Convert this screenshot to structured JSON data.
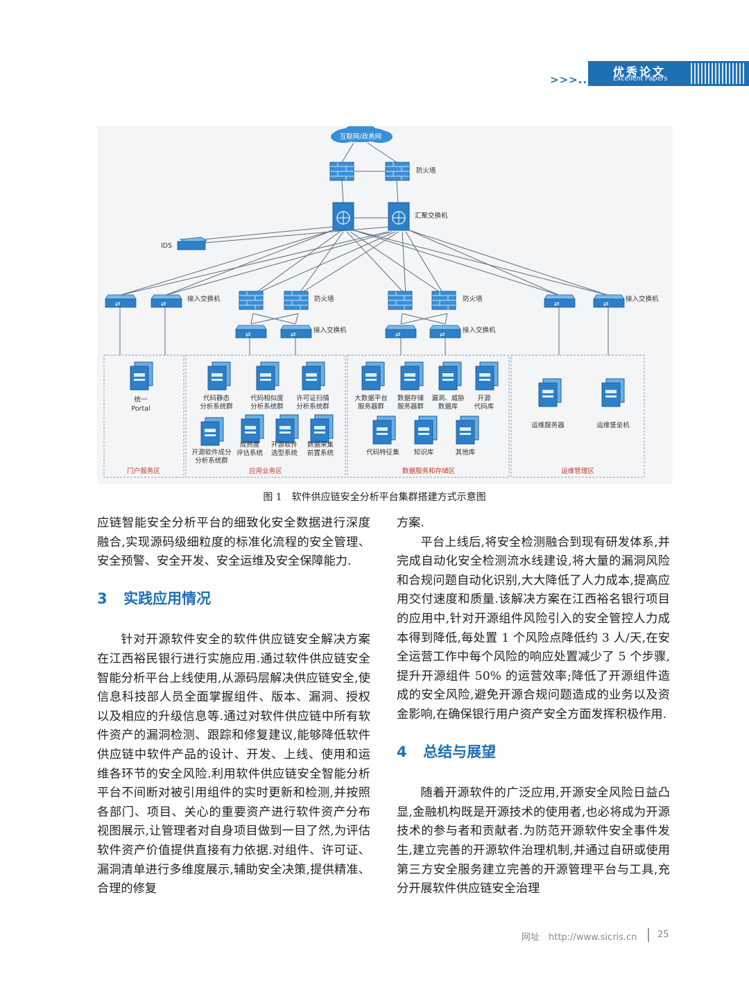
{
  "header": {
    "arrows": ">>>...",
    "banner_cn": "优秀论文",
    "banner_en": "Excellent Papers"
  },
  "figure": {
    "cloud": "互联网/政务网",
    "firewall": "防火墙",
    "core_switch": "汇聚交换机",
    "ids": "IDS",
    "access_switch": "接入交换机",
    "firewall_mid_1": "防火墙",
    "firewall_mid_2": "防火墙",
    "access_switch_left": "接入交换机",
    "access_switch_mid_1": "接入交换机",
    "access_switch_mid_2": "接入交换机",
    "access_switch_right": "接入交换机",
    "zones": {
      "portal": "门户服务区",
      "app": "应用业务区",
      "data": "数据服务和存储区",
      "ops": "运维管理区"
    },
    "servers": {
      "portal_l1": "统一",
      "portal_l2": "Portal",
      "a1_l1": "代码静态",
      "a1_l2": "分析系统群",
      "a2_l1": "代码相似度",
      "a2_l2": "分析系统群",
      "a3_l1": "许可证扫描",
      "a3_l2": "分析系统群",
      "a4_l1": "开源软件成分",
      "a4_l2": "分析系统群",
      "a5_l1": "成熟度",
      "a5_l2": "评估系统",
      "a6_l1": "开源软件",
      "a6_l2": "选型系统",
      "a7_l1": "数据采集",
      "a7_l2": "前置系统",
      "d1_l1": "大数据平台",
      "d1_l2": "服务器群",
      "d2_l1": "数据存储",
      "d2_l2": "服务器群",
      "d3_l1": "漏洞、威胁",
      "d3_l2": "数据库",
      "d4_l1": "开源",
      "d4_l2": "代码库",
      "d5": "代码特征集",
      "d6": "知识库",
      "d7": "其他库",
      "o1": "运维服务器",
      "o2": "运维堡垒机"
    },
    "caption": "图 1　软件供应链安全分析平台集群搭建方式示意图"
  },
  "left_column": {
    "para1": "应链智能安全分析平台的细致化安全数据进行深度融合,实现源码级细粒度的标准化流程的安全管理、安全预警、安全开发、安全运维及安全保障能力.",
    "section3_num": "3",
    "section3_title": "实践应用情况",
    "para2": "针对开源软件安全的软件供应链安全解决方案在江西裕民银行进行实施应用.通过软件供应链安全智能分析平台上线使用,从源码层解决供应链安全,使信息科技部人员全面掌握组件、版本、漏洞、授权以及相应的升级信息等.通过对软件供应链中所有软件资产的漏洞检测、跟踪和修复建议,能够降低软件供应链中软件产品的设计、开发、上线、使用和运维各环节的安全风险.利用软件供应链安全智能分析平台不间断对被引用组件的实时更新和检测,并按照各部门、项目、关心的重要资产进行软件资产分布视图展示,让管理者对自身项目做到一目了然,为评估软件资产价值提供直接有力依据.对组件、许可证、漏洞清单进行多维度展示,辅助安全决策,提供精准、合理的修复"
  },
  "right_column": {
    "para1": "方案.",
    "para2": "平台上线后,将安全检测融合到现有研发体系,并完成自动化安全检测流水线建设,将大量的漏洞风险和合规问题自动化识别,大大降低了人力成本,提高应用交付速度和质量.该解决方案在江西裕名银行项目的应用中,针对开源组件风险引入的安全管控人力成本得到降低,每处置 1 个风险点降低约 3 人/天,在安全运营工作中每个风险的响应处置减少了 5 个步骤,提升开源组件 50% 的运营效率;降低了开源组件造成的安全风险,避免开源合规问题造成的业务以及资金影响,在确保银行用户资产安全方面发挥积极作用.",
    "section4_num": "4",
    "section4_title": "总结与展望",
    "para3": "随着开源软件的广泛应用,开源安全风险日益凸显,金融机构既是开源技术的使用者,也必将成为开源技术的参与者和贡献者.为防范开源软件安全事件发生,建立完善的开源软件治理机制,并通过自研或使用第三方安全服务建立完善的开源管理平台与工具,充分开展软件供应链安全治理"
  },
  "footer": {
    "url_label": "网址　http://www.sicris.cn",
    "page": "25"
  },
  "colors": {
    "brand_blue": "#1f6fb5",
    "zone_label_red": "#c0392b"
  }
}
